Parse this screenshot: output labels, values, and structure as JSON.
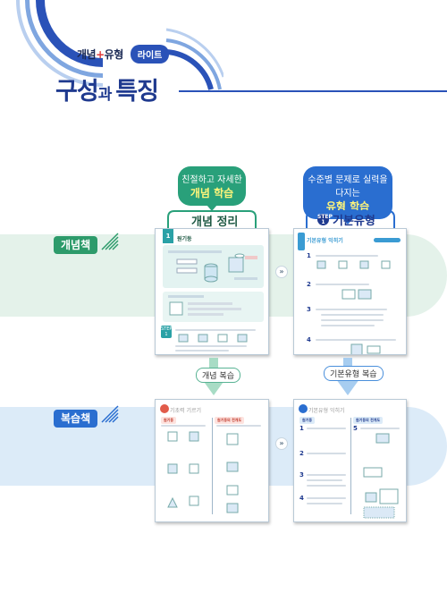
{
  "header": {
    "brand_left": "개념",
    "brand_plus": "+",
    "brand_right": "유형",
    "brand_badge": "라이트",
    "title_a": "구성",
    "title_b": "과 ",
    "title_c": "특징"
  },
  "bubbles": {
    "green": {
      "line1": "친절하고 자세한",
      "line2": "개념 학습"
    },
    "blue": {
      "line1": "수준별 문제로 실력을 다지는",
      "line2": "유형 학습"
    }
  },
  "sections": {
    "concept_head": "개념 정리",
    "type_badge_top": "STEP",
    "type_badge_num": "1",
    "type_head": "기본유형"
  },
  "tags": {
    "concept_book": "개념책",
    "review_book": "복습책"
  },
  "pages": {
    "p1": {
      "ribbon": "1",
      "title": "원기둥",
      "step": "STEP",
      "step_num": "1"
    },
    "p2": {
      "title_a": "기본유형 ",
      "title_b": "익히기",
      "nums": [
        "1",
        "2",
        "3",
        "4"
      ]
    },
    "p3": {
      "title_a": "기초력 ",
      "title_b": "기르기",
      "col1": "원기둥",
      "col2": "원기둥의 전개도"
    },
    "p4": {
      "title_a": "기본유형 ",
      "title_b": "익히기",
      "col1": "원기둥",
      "col2": "원기둥의 전개도",
      "nums": [
        "1",
        "2",
        "3",
        "4",
        "5"
      ]
    }
  },
  "arrows": {
    "concept_review": "개념 복습",
    "type_review": "기본유형 복습",
    "between": "»"
  },
  "colors": {
    "green": "#2d9b6b",
    "blue": "#2a6ed0",
    "navy": "#1f3a8f",
    "band_green": "#e4f2ea",
    "band_blue": "#dcebf8"
  }
}
